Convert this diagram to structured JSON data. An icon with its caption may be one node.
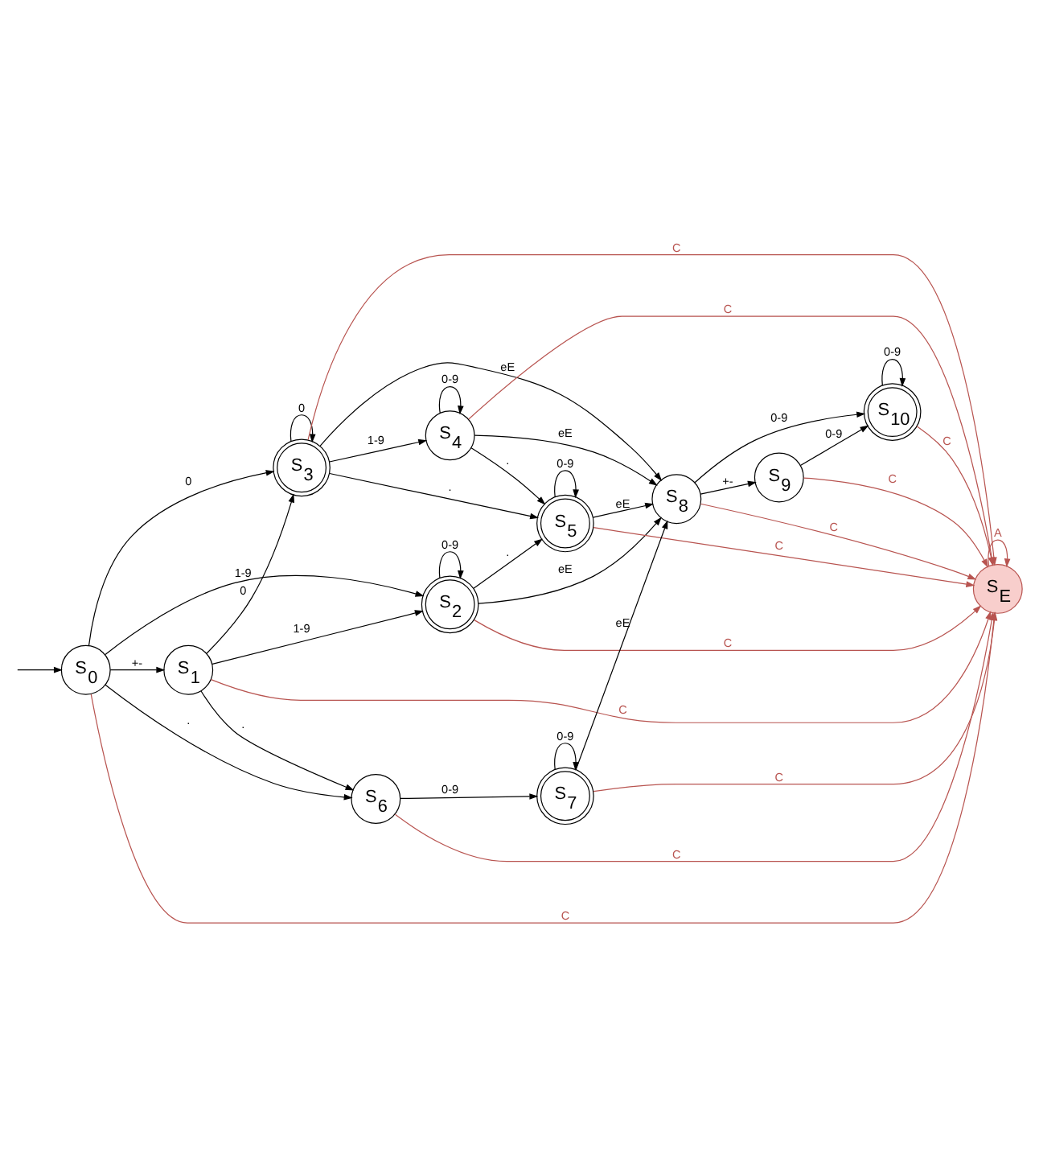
{
  "diagram": {
    "nodes": [
      {
        "text": [
          "S$_{0}$"
        ]
      },
      {
        "text": [
          "S$_{1}$"
        ]
      },
      {
        "text": [
          "S$_{2}$"
        ]
      },
      {
        "text": [
          "S$_{3}$"
        ]
      },
      {
        "text": [
          "S$_{4}$"
        ]
      },
      {
        "text": [
          "S$_{5}$"
        ]
      },
      {
        "text": [
          "S$_{6}$"
        ]
      },
      {
        "text": [
          "S$_{7}$"
        ]
      },
      {
        "text": [
          "S$_{8}$"
        ]
      },
      {
        "text": [
          "S$_{9}$"
        ]
      },
      {
        "text": [
          "S$_{10}$"
        ]
      },
      {
        "text": [
          "S$_{E}$"
        ]
      }
    ],
    "edges": [
      {
        "from": null,
        "to": 0,
        "arrow": "to"
      },
      {
        "from": 0,
        "to": 2,
        "arrow": "to",
        "label": "1-9"
      },
      {
        "from": 0,
        "to": 1,
        "arrow": "to",
        "label": "+-"
      },
      {
        "from": 0,
        "to": 3,
        "arrow": "to",
        "label": "0"
      },
      {
        "from": 0,
        "to": 6,
        "arrow": "to",
        "label": "."
      },
      {
        "from": 1,
        "to": 2,
        "arrow": "to",
        "label": "1-9"
      },
      {
        "from": 1,
        "to": 3,
        "arrow": "to",
        "label": "0"
      },
      {
        "from": 1,
        "to": 6,
        "arrow": "to",
        "label": "."
      },
      {
        "from": 2,
        "to": 2,
        "arrow": "to",
        "label": "0-9"
      },
      {
        "from": 2,
        "to": 5,
        "arrow": "to",
        "label": "."
      },
      {
        "from": 2,
        "to": 8,
        "arrow": "to",
        "label": "eE"
      },
      {
        "from": 3,
        "to": 3,
        "arrow": "to",
        "label": "0"
      },
      {
        "from": 3,
        "to": 5,
        "arrow": "to",
        "label": "."
      },
      {
        "from": 3,
        "to": 4,
        "arrow": "to",
        "label": "1-9"
      },
      {
        "from": 3,
        "to": 8,
        "arrow": "to",
        "label": "eE"
      },
      {
        "from": 4,
        "to": 4,
        "arrow": "to",
        "label": "0-9"
      },
      {
        "from": 4,
        "to": 5,
        "arrow": "to",
        "label": "."
      },
      {
        "from": 4,
        "to": 8,
        "arrow": "to",
        "label": "eE"
      },
      {
        "from": 5,
        "to": 5,
        "arrow": "to",
        "label": "0-9"
      },
      {
        "from": 5,
        "to": 8,
        "arrow": "to",
        "label": "eE"
      },
      {
        "from": 6,
        "to": 7,
        "arrow": "to",
        "label": "0-9"
      },
      {
        "from": 7,
        "to": 7,
        "arrow": "to",
        "label": "0-9"
      },
      {
        "from": 7,
        "to": 8,
        "arrow": "to",
        "label": "eE"
      },
      {
        "from": 8,
        "to": 10,
        "arrow": "to",
        "label": "0-9"
      },
      {
        "from": 8,
        "to": 9,
        "arrow": "to",
        "label": "+-"
      },
      {
        "from": 9,
        "to": 10,
        "arrow": "to",
        "label": "0-9"
      },
      {
        "from": 10,
        "to": 10,
        "arrow": "to",
        "label": "0-9"
      },
      {
        "from": 0,
        "to": 11,
        "arrow": "to",
        "label": "C",
        "color": "#b85450"
      },
      {
        "from": 1,
        "to": 11,
        "arrow": "to",
        "label": "C",
        "color": "#b85450"
      },
      {
        "from": 2,
        "to": 11,
        "arrow": "to",
        "label": "C",
        "color": "#b85450"
      },
      {
        "from": 3,
        "to": 11,
        "arrow": "to",
        "label": "C",
        "color": "#b85450"
      },
      {
        "from": 4,
        "to": 11,
        "arrow": "to",
        "label": "C",
        "color": "#b85450"
      },
      {
        "from": 5,
        "to": 11,
        "arrow": "to",
        "label": "C",
        "color": "#b85450"
      },
      {
        "from": 6,
        "to": 11,
        "arrow": "to",
        "label": "C",
        "color": "#b85450"
      },
      {
        "from": 7,
        "to": 11,
        "arrow": "to",
        "label": "C",
        "color": "#b85450"
      },
      {
        "from": 8,
        "to": 11,
        "arrow": "to",
        "label": "C",
        "color": "#b85450"
      },
      {
        "from": 9,
        "to": 11,
        "arrow": "to",
        "label": "C",
        "color": "#b85450"
      },
      {
        "from": 10,
        "to": 11,
        "arrow": "to",
        "label": "C",
        "color": "#b85450"
      },
      {
        "from": 11,
        "to": 11,
        "arrow": "to",
        "label": "A",
        "color": "#b85450"
      }
    ]
  }
}
